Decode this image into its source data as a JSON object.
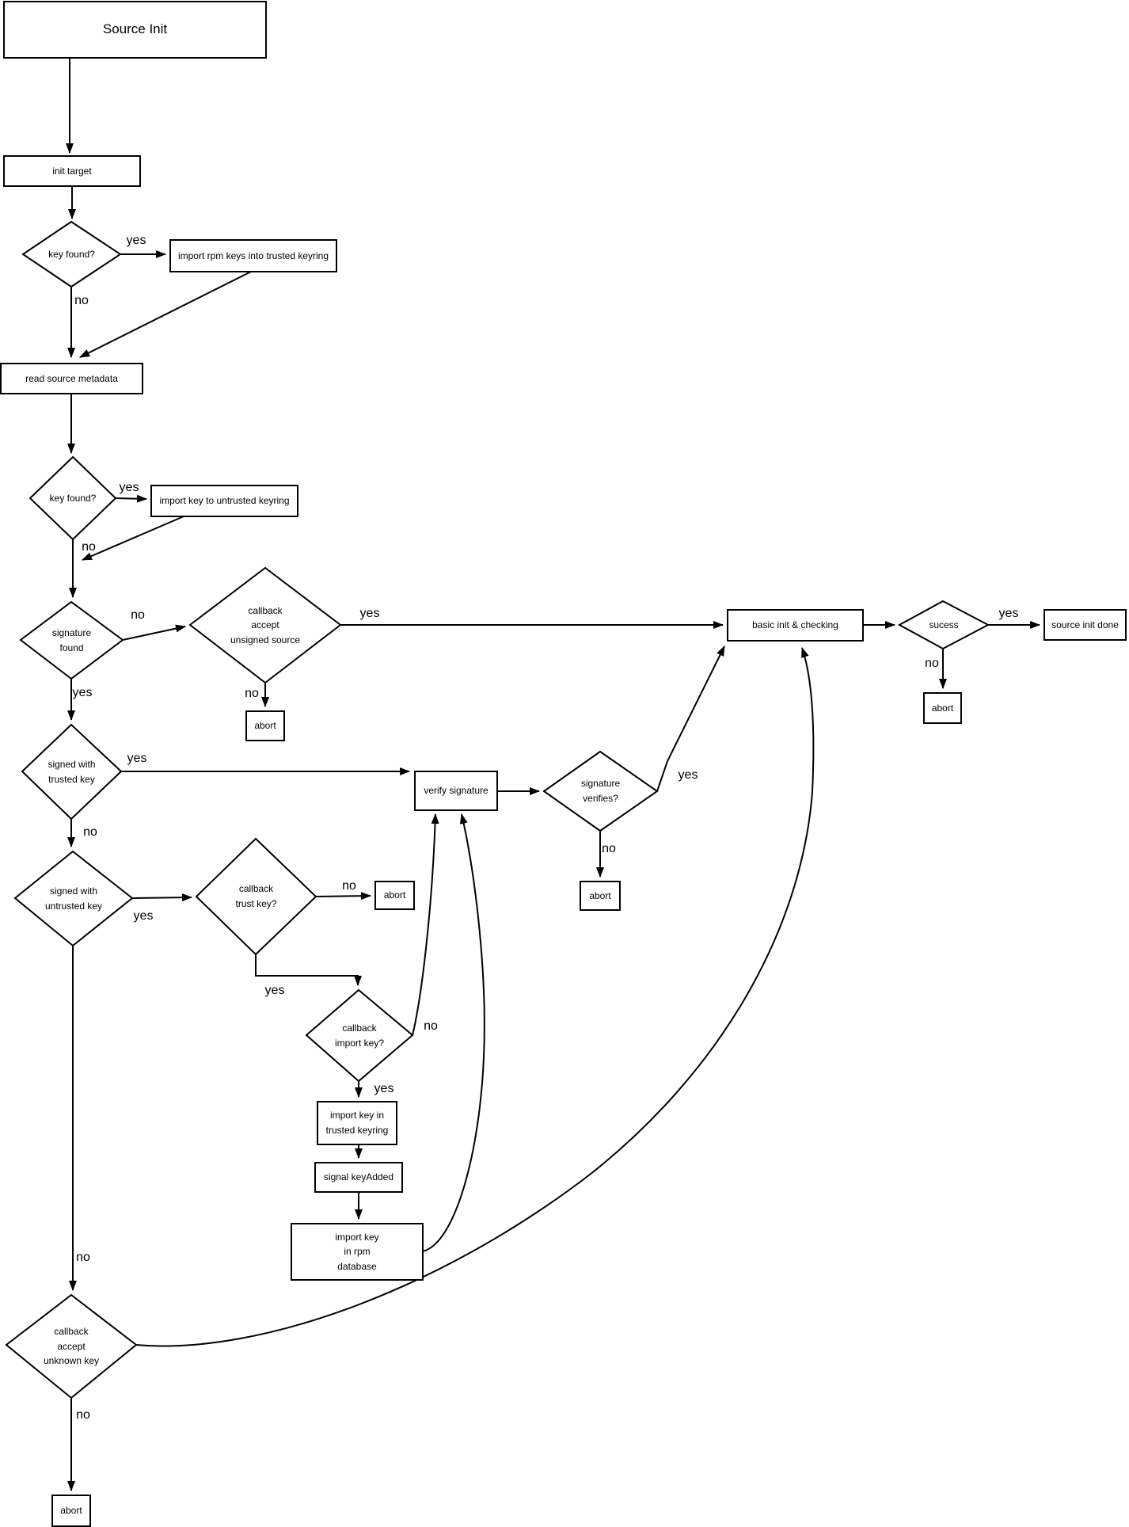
{
  "diagram": {
    "type": "flowchart",
    "background_color": "#ffffff",
    "line_color": "#000000"
  },
  "nodes": {
    "source_init": "Source Init",
    "init_target": "init target",
    "key_found_1": "key found?",
    "import_rpm_keys": "import rpm keys into trusted keyring",
    "read_source_metadata": "read source metadata",
    "key_found_2": "key found?",
    "import_key_untrusted": "import key to untrusted keyring",
    "signature_found": "signature\nfound",
    "callback_accept_unsigned": "callback\naccept\nunsigned source",
    "basic_init": "basic init & checking",
    "sucess": "sucess",
    "source_init_done": "source init done",
    "abort_sucess": "abort",
    "abort_unsigned": "abort",
    "signed_trusted": "signed with\ntrusted key",
    "verify_signature": "verify signature",
    "signature_verifies": "signature\nverifies?",
    "abort_verifies": "abort",
    "signed_untrusted": "signed with\nuntrusted key",
    "callback_trust": "callback\ntrust key?",
    "abort_trust": "abort",
    "callback_import": "callback\nimport key?",
    "import_key_trusted": "import key in\ntrusted keyring",
    "signal_keyadded": "signal keyAdded",
    "import_key_rpm_db": "import key\nin rpm\ndatabase",
    "callback_unknown": "callback\naccept\nunknown key",
    "abort_final": "abort"
  },
  "edge_labels": {
    "yes": "yes",
    "no": "no"
  }
}
